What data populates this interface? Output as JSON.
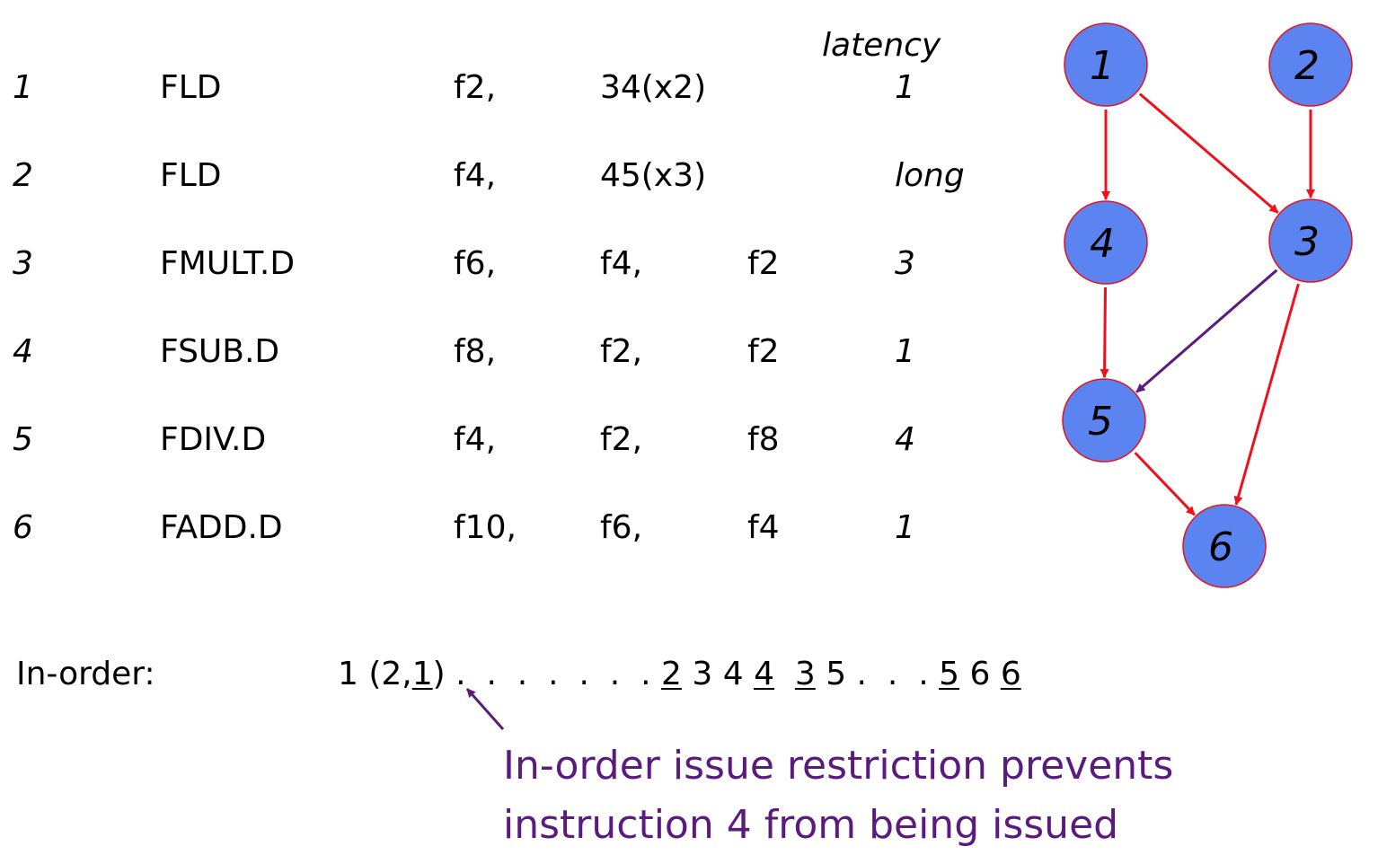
{
  "table": {
    "latency_header": "latency",
    "rows": [
      {
        "num": "1",
        "op": "FLD",
        "a": "f2,",
        "b": "34(x2)",
        "c": "",
        "lat": "1"
      },
      {
        "num": "2",
        "op": "FLD",
        "a": "f4,",
        "b": "45(x3)",
        "c": "",
        "lat": "long"
      },
      {
        "num": "3",
        "op": "FMULT.D",
        "a": "f6,",
        "b": "f4,",
        "c": "f2",
        "lat": "3"
      },
      {
        "num": "4",
        "op": "FSUB.D",
        "a": "f8,",
        "b": "f2,",
        "c": "f2",
        "lat": "1"
      },
      {
        "num": "5",
        "op": "FDIV.D",
        "a": "f4,",
        "b": "f2,",
        "c": "f8",
        "lat": "4"
      },
      {
        "num": "6",
        "op": "FADD.D",
        "a": "f10,",
        "b": "f6,",
        "c": "f4",
        "lat": "1"
      }
    ]
  },
  "graph": {
    "node_fill": "#5b84f0",
    "node_stroke": "#e8101c",
    "edge_color": "#f0101c",
    "highlight_edge_color": "#5b1a7d",
    "nodes": [
      {
        "id": "1",
        "label": "1"
      },
      {
        "id": "2",
        "label": "2"
      },
      {
        "id": "3",
        "label": "3"
      },
      {
        "id": "4",
        "label": "4"
      },
      {
        "id": "5",
        "label": "5"
      },
      {
        "id": "6",
        "label": "6"
      }
    ],
    "edges": [
      {
        "from": "1",
        "to": "4",
        "highlight": false
      },
      {
        "from": "1",
        "to": "3",
        "highlight": false
      },
      {
        "from": "2",
        "to": "3",
        "highlight": false
      },
      {
        "from": "4",
        "to": "5",
        "highlight": false
      },
      {
        "from": "3",
        "to": "5",
        "highlight": true
      },
      {
        "from": "3",
        "to": "6",
        "highlight": false
      },
      {
        "from": "5",
        "to": "6",
        "highlight": false
      }
    ]
  },
  "sequence": {
    "label": "In-order:",
    "tokens": [
      {
        "t": "1",
        "u": false
      },
      {
        "t": " (2,",
        "u": false
      },
      {
        "t": "1",
        "u": true
      },
      {
        "t": ")",
        "u": false
      },
      {
        "t": " .  .  .  .  .  .  . ",
        "u": false
      },
      {
        "t": "2",
        "u": true
      },
      {
        "t": " 3 4 ",
        "u": false
      },
      {
        "t": "4",
        "u": true
      },
      {
        "t": "  ",
        "u": false
      },
      {
        "t": "3",
        "u": true
      },
      {
        "t": " 5 .  .  . ",
        "u": false
      },
      {
        "t": "5",
        "u": true
      },
      {
        "t": " 6 ",
        "u": false
      },
      {
        "t": "6",
        "u": true
      }
    ]
  },
  "note": {
    "line1": "In-order issue restriction prevents",
    "line2": "instruction 4 from being issued"
  }
}
